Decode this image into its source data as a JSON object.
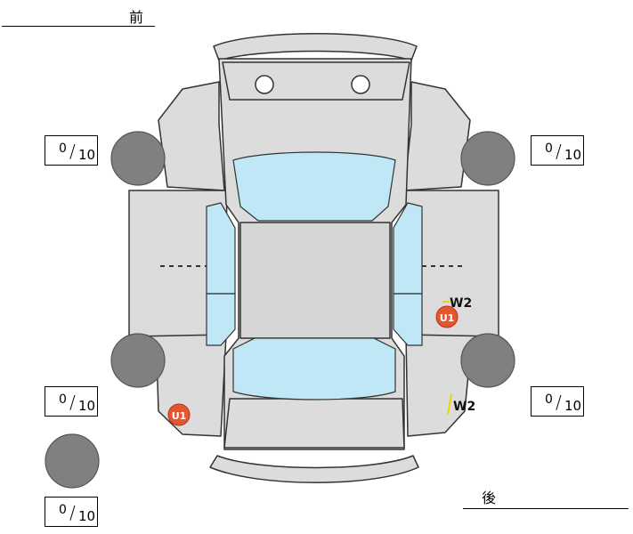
{
  "labels": {
    "front": "前",
    "rear": "後"
  },
  "tires": [
    {
      "position": "front-left",
      "value": "0",
      "denominator": "10"
    },
    {
      "position": "front-right",
      "value": "0",
      "denominator": "10"
    },
    {
      "position": "rear-left",
      "value": "0",
      "denominator": "10"
    },
    {
      "position": "rear-right",
      "value": "0",
      "denominator": "10"
    },
    {
      "position": "spare",
      "value": "0",
      "denominator": "10"
    }
  ],
  "damage_marks": [
    {
      "code": "W2",
      "type": "text"
    },
    {
      "code": "U1",
      "type": "badge"
    },
    {
      "code": "U1",
      "type": "badge"
    },
    {
      "code": "W2",
      "type": "text"
    }
  ],
  "colors": {
    "body": "#dcdcdc",
    "glass": "#bfe7f6",
    "tire": "#808080",
    "outline": "#333333",
    "badge": "#e4572e",
    "mark": "#f2d400"
  }
}
